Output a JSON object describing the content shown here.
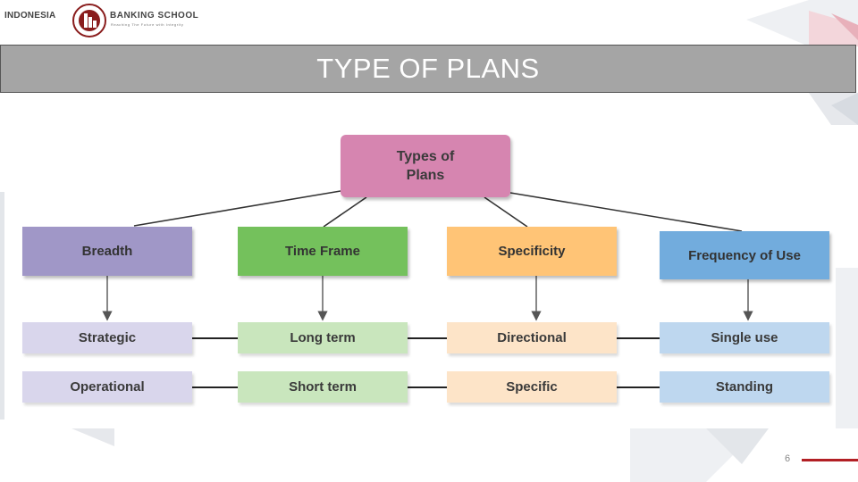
{
  "logo": {
    "left_text": "INDONESIA",
    "right_text": "BANKING SCHOOL",
    "tagline": "Reaching The Future with Integrity"
  },
  "title": "TYPE OF PLANS",
  "diagram": {
    "root": "Types of\nPlans",
    "categories": [
      {
        "label": "Breadth",
        "items": [
          "Strategic",
          "Operational"
        ],
        "header_color": "#a097c7",
        "item_color": "#d9d6ec"
      },
      {
        "label": "Time Frame",
        "items": [
          "Long term",
          "Short term"
        ],
        "header_color": "#74c15c",
        "item_color": "#c9e6bd"
      },
      {
        "label": "Specificity",
        "items": [
          "Directional",
          "Specific"
        ],
        "header_color": "#ffc476",
        "item_color": "#fde4c8"
      },
      {
        "label": "Frequency of Use",
        "items": [
          "Single use",
          "Standing"
        ],
        "header_color": "#72acdd",
        "item_color": "#bed7ef"
      }
    ]
  },
  "footer": {
    "page_number": "6",
    "accent": "#b21f24"
  }
}
